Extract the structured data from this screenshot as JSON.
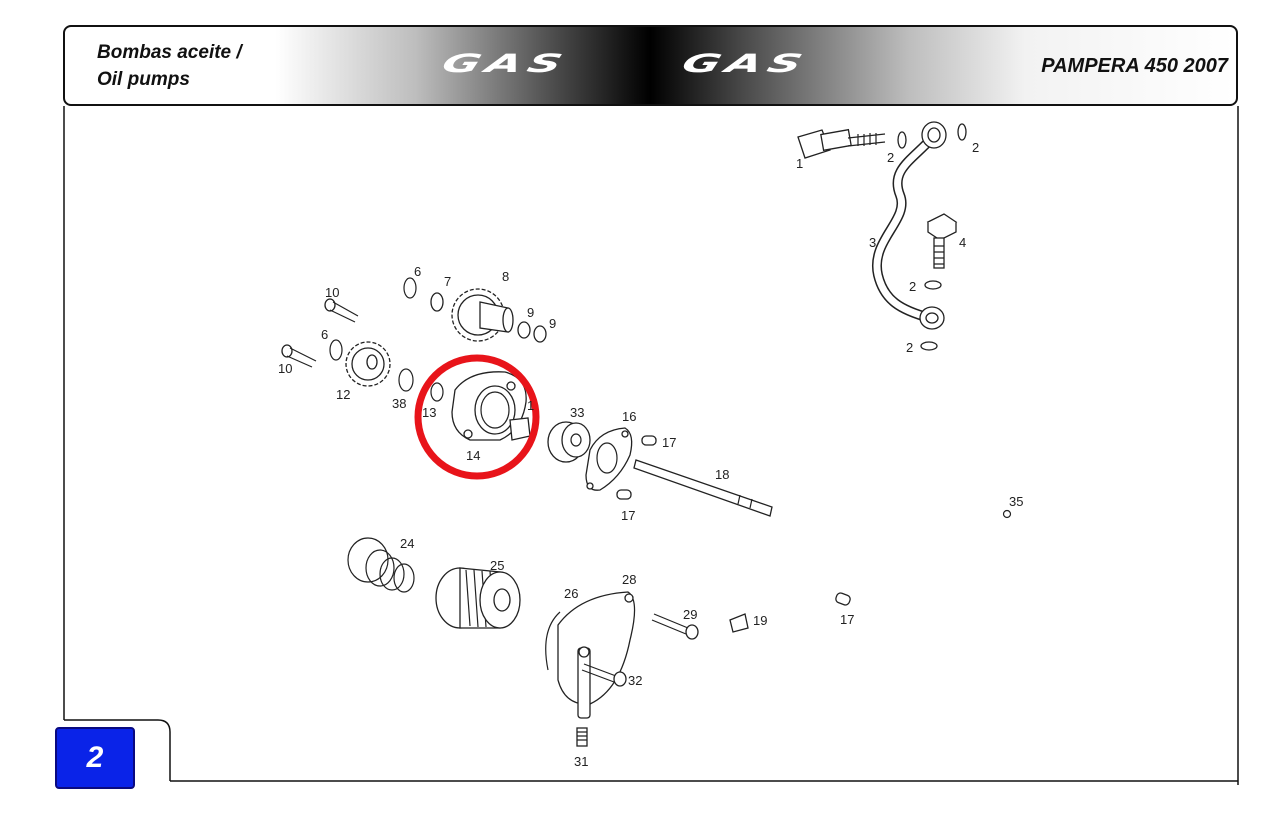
{
  "header": {
    "title_es": "Bombas aceite /",
    "title_en": "Oil pumps",
    "brand_logo": [
      "GAS",
      "GAS"
    ],
    "model": "PAMPERA 450 2007"
  },
  "page_number": "2",
  "highlight_color": "#e8141a",
  "page_badge_color": "#0a23e8",
  "callouts": [
    "1",
    "2",
    "2",
    "2",
    "2",
    "3",
    "4",
    "6",
    "7",
    "8",
    "10",
    "9",
    "9",
    "6",
    "10",
    "12",
    "38",
    "13",
    "14",
    "1",
    "33",
    "16",
    "17",
    "18",
    "17",
    "35",
    "24",
    "25",
    "26",
    "28",
    "29",
    "19",
    "17",
    "32",
    "31"
  ]
}
